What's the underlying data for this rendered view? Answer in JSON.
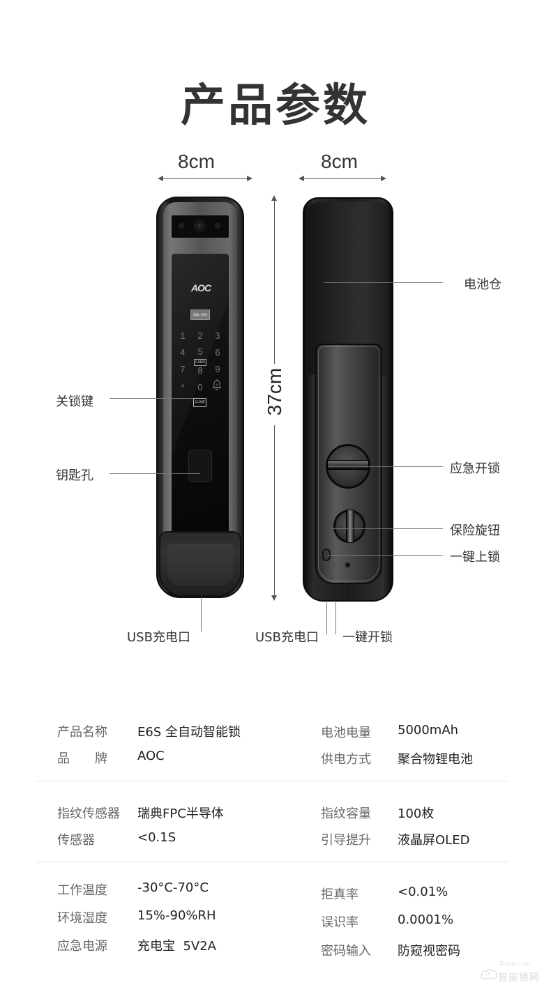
{
  "header": {
    "title": "产品参数"
  },
  "dimensions": {
    "front_width": "8cm",
    "back_width": "8cm",
    "height": "37cm"
  },
  "front_lock": {
    "logo": "AOC",
    "screen_text": "请输入密码",
    "keypad": [
      "1",
      "2",
      "3",
      "4",
      "5",
      "6",
      "7",
      "8",
      "9",
      "*",
      "0",
      "#"
    ],
    "card_badge": "CARD",
    "close_badge": "CLOSE",
    "callouts": {
      "close_key": "关锁键",
      "keyhole": "钥匙孔",
      "usb_port": "USB充电口"
    }
  },
  "back_lock": {
    "callouts": {
      "battery": "电池仓",
      "emergency_unlock": "应急开锁",
      "safety_knob": "保险旋钮",
      "one_key_lock": "一键上锁",
      "usb_port": "USB充电口",
      "one_key_unlock": "一键开锁"
    }
  },
  "specs": {
    "groups": [
      {
        "left": [
          {
            "label": "产品名称",
            "value": "E6S 全自动智能锁"
          },
          {
            "label": "品　　牌",
            "value": "AOC"
          }
        ],
        "right": [
          {
            "label": "电池电量",
            "value": "5000mAh"
          },
          {
            "label": "供电方式",
            "value": "聚合物锂电池"
          }
        ]
      },
      {
        "left": [
          {
            "label": "指纹传感器",
            "value": "瑞典FPC半导体"
          },
          {
            "label": "传感器",
            "value": "<0.1S"
          }
        ],
        "right": [
          {
            "label": "指纹容量",
            "value": "100枚"
          },
          {
            "label": "引导提升",
            "value": "液晶屏OLED"
          }
        ]
      },
      {
        "left": [
          {
            "label": "工作温度",
            "value": "-30°C-70°C"
          },
          {
            "label": "环境湿度",
            "value": "15%-90%RH"
          },
          {
            "label": "应急电源",
            "value": "充电宝  5V2A"
          }
        ],
        "right": [
          {
            "label": "拒真率",
            "value": "<0.01%"
          },
          {
            "label": "误识率",
            "value": "0.0001%"
          },
          {
            "label": "密码输入",
            "value": "防窥视密码"
          }
        ]
      }
    ]
  },
  "watermark": {
    "text": "智能锁网",
    "url": "Znsuo.com"
  }
}
